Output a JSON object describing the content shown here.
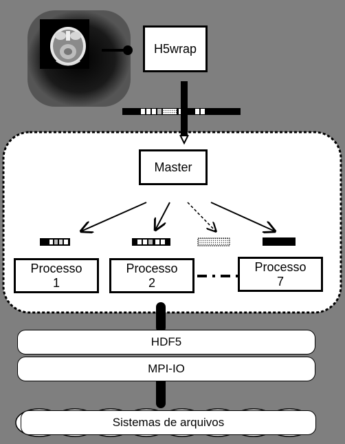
{
  "nodes": {
    "h5wrap": "H5wrap",
    "master": "Master",
    "process_1": "Processo\n1",
    "process_2": "Processo\n2",
    "process_7": "Processo\n7",
    "hdf5": "HDF5",
    "mpi_io": "MPI-IO",
    "filesystems": "Sistemas de arquivos"
  },
  "image": {
    "subject": "brain-ct-scan"
  },
  "colors": {
    "background": "#7f7f7f",
    "box": "#ffffff",
    "stroke": "#000000"
  }
}
